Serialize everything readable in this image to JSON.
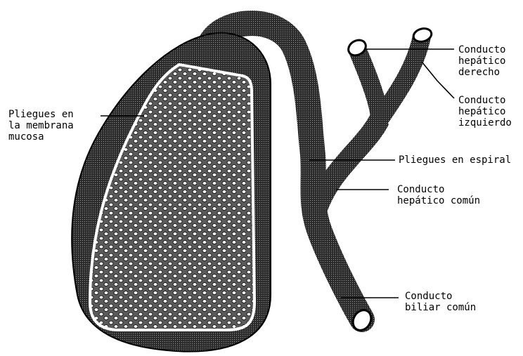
{
  "labels": {
    "mucosa_folds": {
      "line1": "Pliegues en",
      "line2": "la membrana",
      "line3": "mucosa"
    },
    "right_hepatic": {
      "line1": "Conducto",
      "line2": "hepático",
      "line3": "derecho"
    },
    "left_hepatic": {
      "line1": "Conducto",
      "line2": "hepático",
      "line3": "izquierdo"
    },
    "spiral_folds": {
      "line1": "Pliegues en espiral"
    },
    "common_hepatic": {
      "line1": "Conducto",
      "line2": "hepático común"
    },
    "common_bile": {
      "line1": "Conducto",
      "line2": "biliar común"
    }
  },
  "colors": {
    "ink": "#000000",
    "tissue": "#3a3a3a",
    "paper": "#ffffff"
  }
}
